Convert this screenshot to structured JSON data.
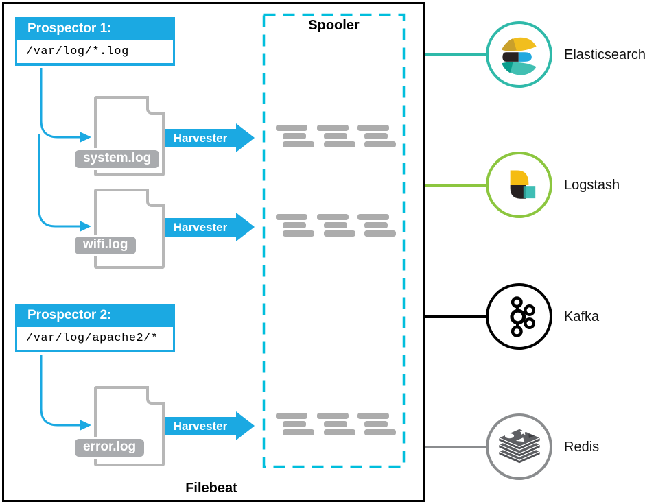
{
  "diagram": {
    "filebeat_label": "Filebeat",
    "spooler_label": "Spooler",
    "harvester_label": "Harvester",
    "prospectors": [
      {
        "title": "Prospector 1:",
        "path": "/var/log/*.log"
      },
      {
        "title": "Prospector 2:",
        "path": "/var/log/apache2/*"
      }
    ],
    "log_files": [
      {
        "name": "system.log"
      },
      {
        "name": "wifi.log"
      },
      {
        "name": "error.log"
      }
    ],
    "outputs": [
      {
        "name": "Elasticsearch",
        "accent": "#2FB9A9"
      },
      {
        "name": "Logstash",
        "accent": "#8CC63F"
      },
      {
        "name": "Kafka",
        "accent": "#000000"
      },
      {
        "name": "Redis",
        "accent": "#8A8C8E"
      }
    ],
    "colors": {
      "prospector_blue": "#1BA9E2",
      "spooler_cyan": "#00BEDC",
      "doc_gray": "#B7B7B7",
      "event_bar_gray": "#ACACAC"
    }
  }
}
